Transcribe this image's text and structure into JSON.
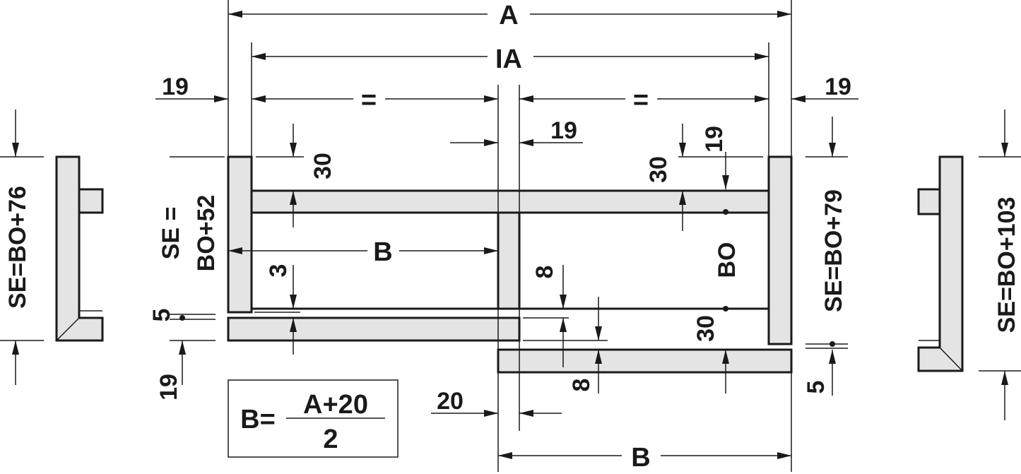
{
  "labels": {
    "A": "A",
    "IA": "IA",
    "equal": "=",
    "nineteen": "19",
    "thirty": "30",
    "three": "3",
    "five": "5",
    "eight": "8",
    "twenty": "20",
    "B": "B",
    "BO": "BO",
    "se_left_line1": "SE =",
    "se_left_line2": "BO+52",
    "se_76": "SE=BO+76",
    "se_79": "SE=BO+79",
    "se_103": "SE=BO+103"
  },
  "formula": {
    "lhs": "B=",
    "numerator": "A+20",
    "denominator": "2"
  },
  "colors": {
    "panel_fill": "#e4e4e4",
    "line": "#1a1a1a"
  }
}
